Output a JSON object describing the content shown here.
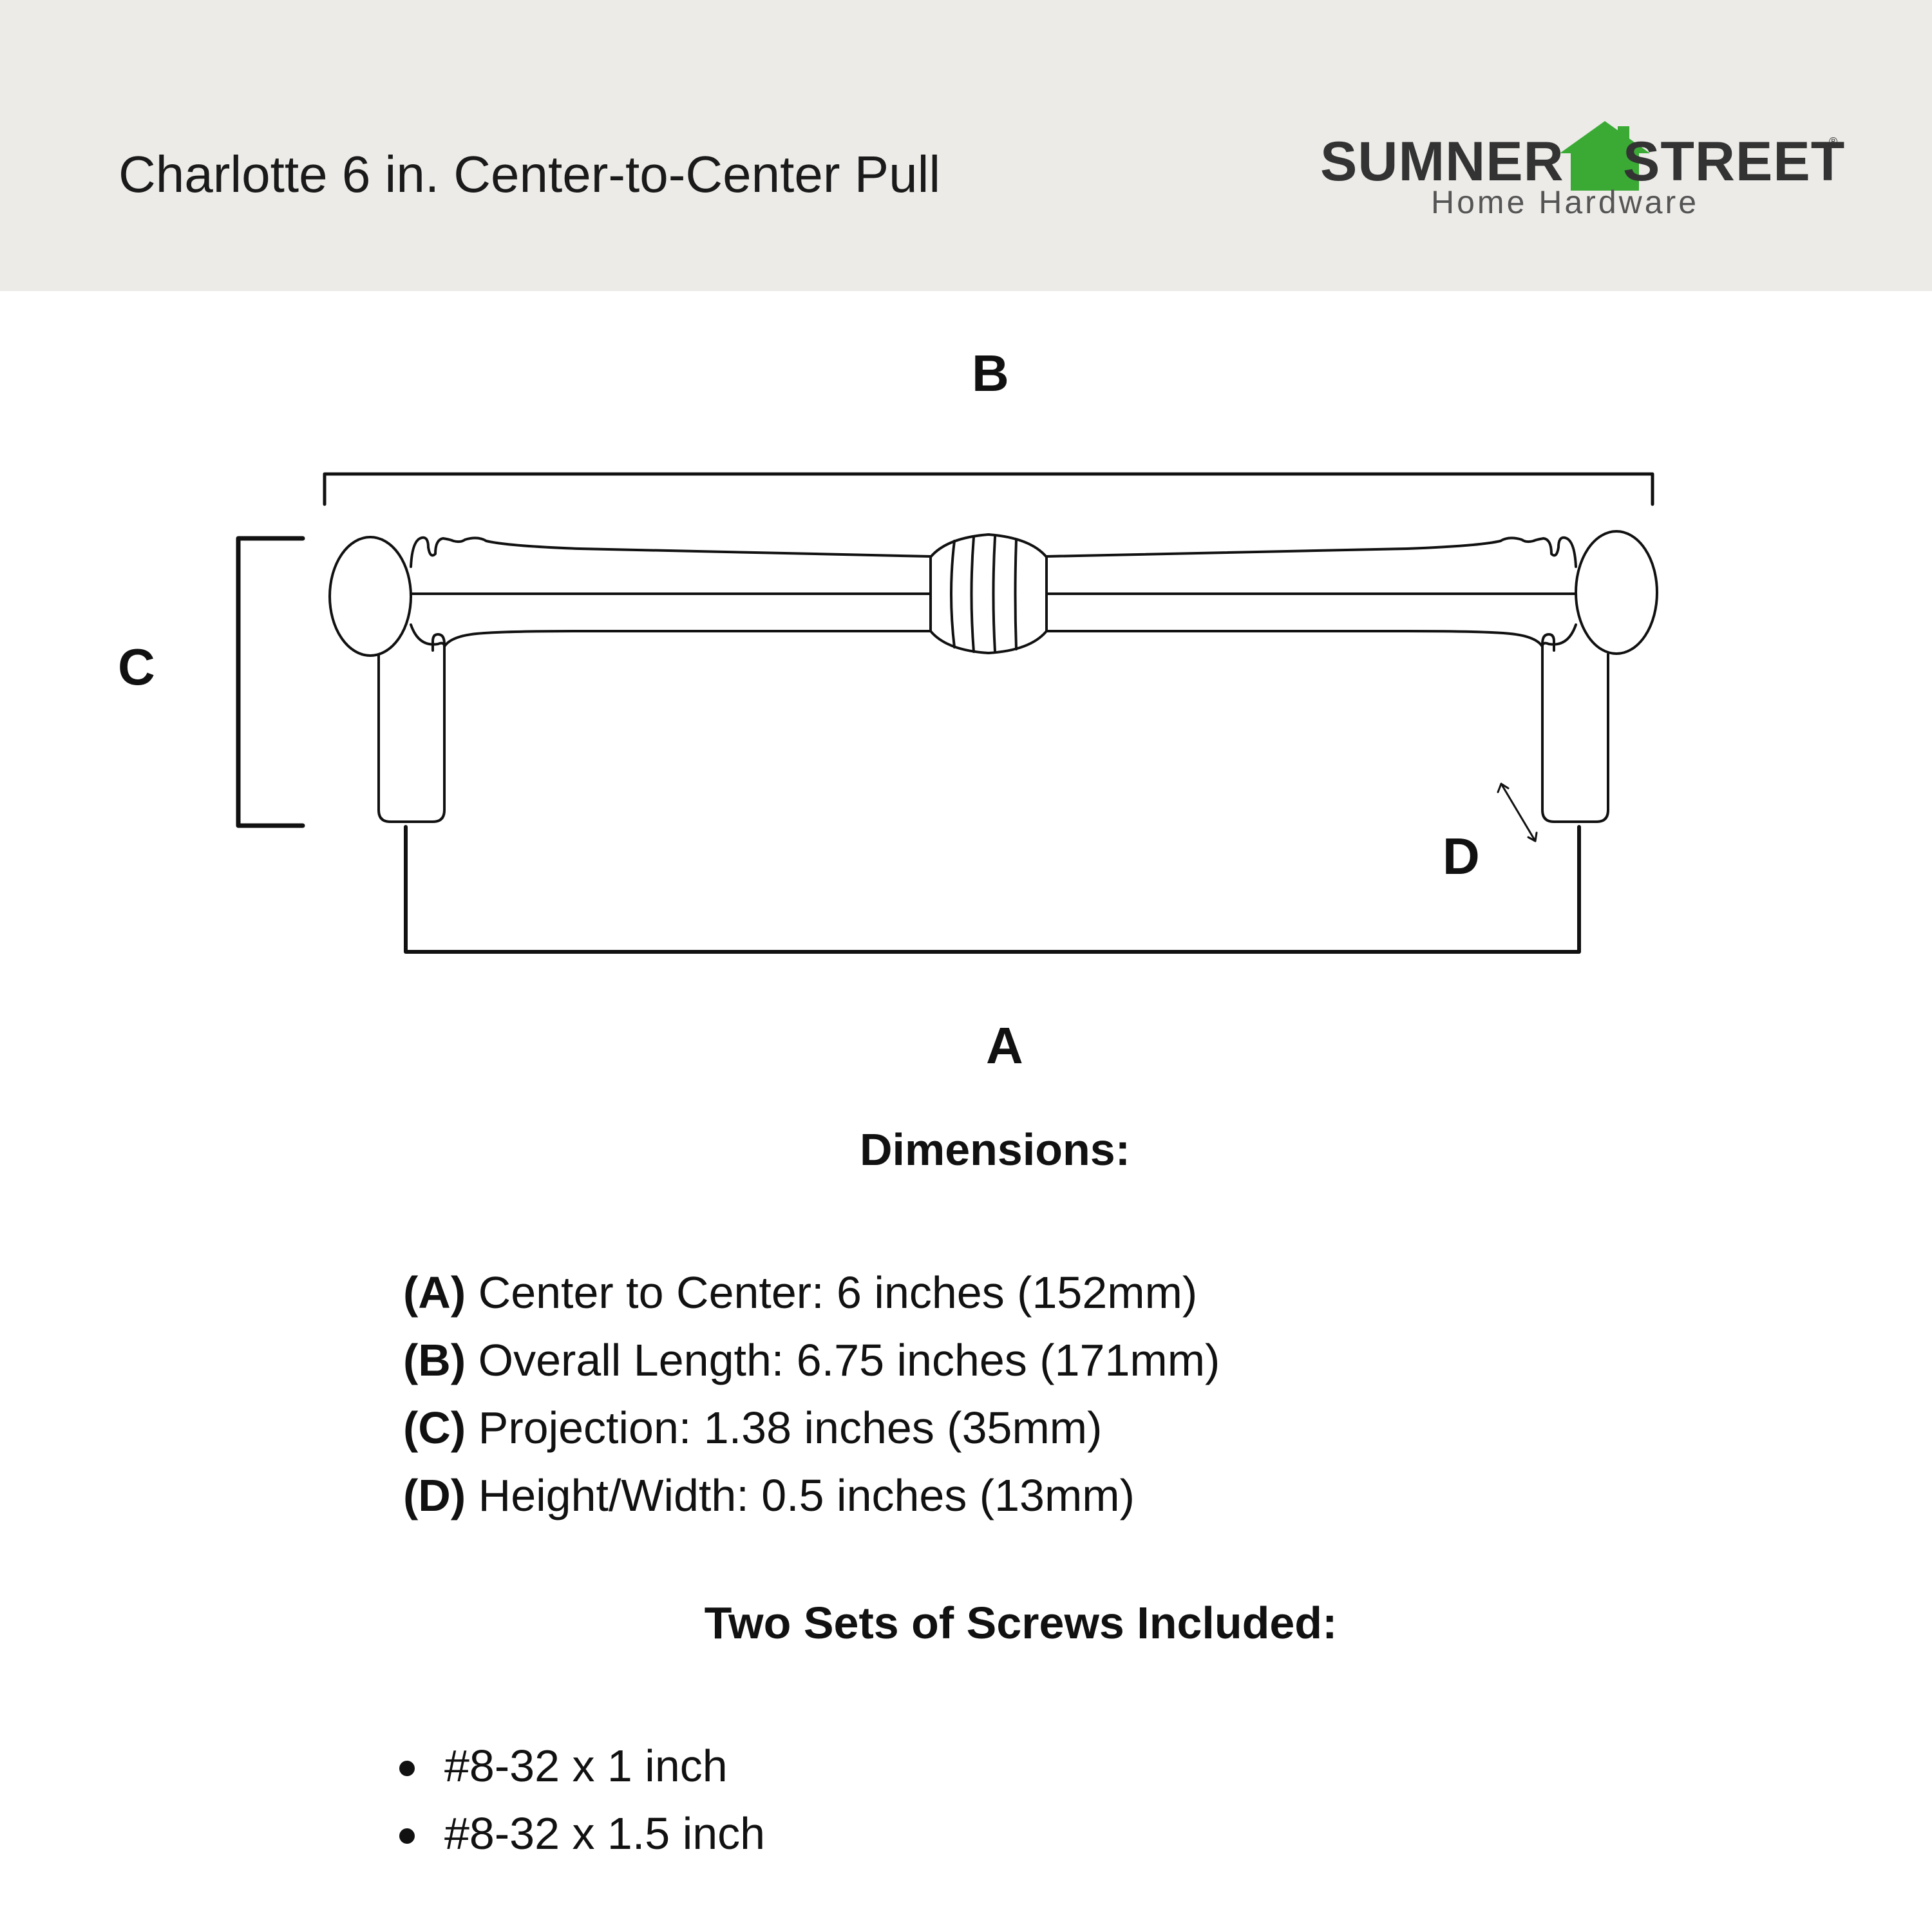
{
  "header": {
    "title": "Charlotte 6 in. Center-to-Center Pull",
    "brand": {
      "word_left": "SUMNER",
      "word_right": "STREET",
      "tagline": "Home Hardware",
      "registered_mark": "®",
      "house_color": "#3aaa35",
      "icon": "house-icon"
    },
    "background_color": "#ecebe8"
  },
  "diagram": {
    "labels": {
      "a": "A",
      "b": "B",
      "c": "C",
      "d": "D"
    }
  },
  "dimensions": {
    "heading": "Dimensions:",
    "items": [
      {
        "code": "(A)",
        "text": " Center to Center: 6 inches (152mm)"
      },
      {
        "code": "(B)",
        "text": " Overall Length: 6.75 inches (171mm)"
      },
      {
        "code": "(C)",
        "text": " Projection: 1.38 inches (35mm)"
      },
      {
        "code": "(D)",
        "text": " Height/Width: 0.5 inches (13mm)"
      }
    ]
  },
  "screws": {
    "heading": "Two Sets of Screws Included:",
    "items": [
      "#8-32 x 1 inch",
      "#8-32 x 1.5 inch"
    ]
  }
}
